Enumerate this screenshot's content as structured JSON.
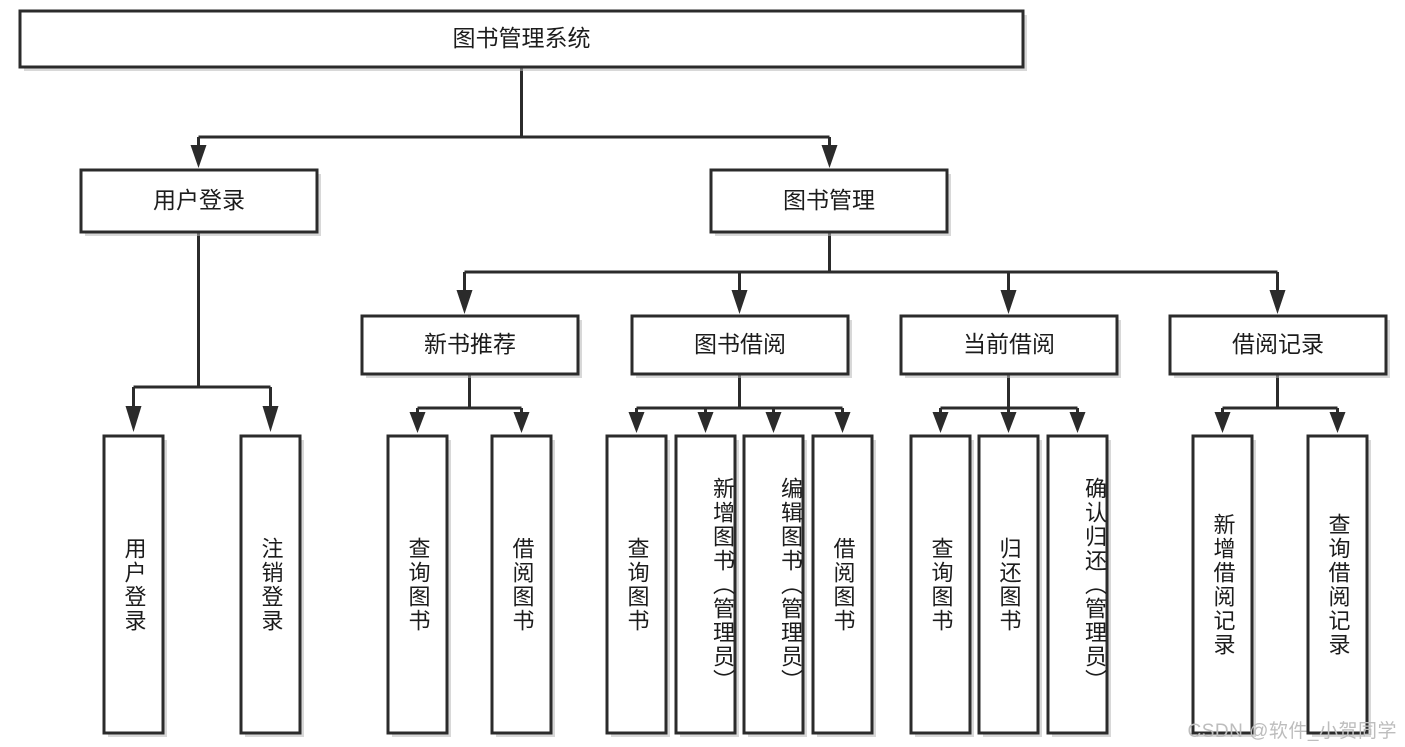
{
  "diagram": {
    "title": "图书管理系统",
    "type": "tree-hierarchy",
    "watermark": "CSDN @软件_小贺同学",
    "colors": {
      "stroke": "#2b2b2b",
      "fill": "#ffffff",
      "shadow": "#b8b8b8",
      "text": "#1c1c1c",
      "watermark": "#bdbdbd"
    },
    "root": {
      "id": "root",
      "label": "图书管理系统"
    },
    "level2": [
      {
        "id": "user-login",
        "label": "用户登录"
      },
      {
        "id": "book-management",
        "label": "图书管理"
      }
    ],
    "level3": [
      {
        "id": "new-book-recommend",
        "label": "新书推荐",
        "parent": "book-management"
      },
      {
        "id": "book-borrow",
        "label": "图书借阅",
        "parent": "book-management"
      },
      {
        "id": "current-borrow",
        "label": "当前借阅",
        "parent": "book-management"
      },
      {
        "id": "borrow-record",
        "label": "借阅记录",
        "parent": "book-management"
      }
    ],
    "leaves": [
      {
        "id": "leaf-user-login",
        "label": "用户登录",
        "parent": "user-login"
      },
      {
        "id": "leaf-logout-login",
        "label": "注销登录",
        "parent": "user-login"
      },
      {
        "id": "leaf-query-book-1",
        "label": "查询图书",
        "parent": "new-book-recommend"
      },
      {
        "id": "leaf-borrow-book-1",
        "label": "借阅图书",
        "parent": "new-book-recommend"
      },
      {
        "id": "leaf-query-book-2",
        "label": "查询图书",
        "parent": "book-borrow"
      },
      {
        "id": "leaf-add-book-admin",
        "label": "新增图书（管理员）",
        "parent": "book-borrow"
      },
      {
        "id": "leaf-edit-book-admin",
        "label": "编辑图书（管理员）",
        "parent": "book-borrow"
      },
      {
        "id": "leaf-borrow-book-2",
        "label": "借阅图书",
        "parent": "book-borrow"
      },
      {
        "id": "leaf-query-book-3",
        "label": "查询图书",
        "parent": "current-borrow"
      },
      {
        "id": "leaf-return-book",
        "label": "归还图书",
        "parent": "current-borrow"
      },
      {
        "id": "leaf-confirm-return-admin",
        "label": "确认归还（管理员）",
        "parent": "current-borrow"
      },
      {
        "id": "leaf-add-borrow-record",
        "label": "新增借阅记录",
        "parent": "borrow-record"
      },
      {
        "id": "leaf-query-borrow-record",
        "label": "查询借阅记录",
        "parent": "borrow-record"
      }
    ]
  }
}
